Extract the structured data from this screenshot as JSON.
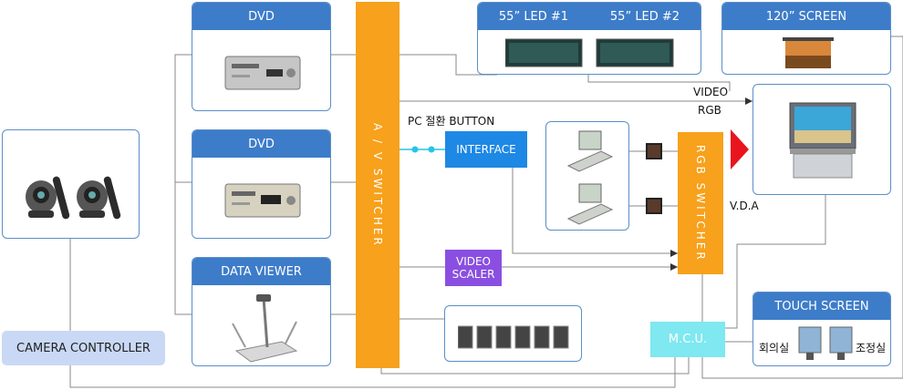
{
  "devices": {
    "dvd1": "DVD",
    "dvd2": "DVD",
    "data_viewer": "DATA VIEWER",
    "led1": "55” LED #1",
    "led2": "55” LED #2",
    "screen120": "120” SCREEN",
    "touch_screen": "TOUCH SCREEN",
    "camera_controller": "CAMERA CONTROLLER"
  },
  "blocks": {
    "av_switcher": "A / V SWITCHER",
    "interface": "INTERFACE",
    "video_scaler": "VIDEO SCALER",
    "rgb_switcher": "RGB SWITCHER",
    "mcu": "M.C.U."
  },
  "labels": {
    "pc_button": "PC 절환 BUTTON",
    "video": "VIDEO",
    "rgb": "RGB",
    "vda": "V.D.A",
    "conference_room": "회의실",
    "control_room": "조정실"
  },
  "colors": {
    "header_blue": "#3d7cc9",
    "switcher_orange": "#f7a11c",
    "interface_blue": "#1e88e5",
    "scaler_purple": "#8a4fe0",
    "mcu_cyan": "#7fe8f0",
    "camctrl_lightblue": "#c9d9f5",
    "vda_red": "#e8141e",
    "wire_gray": "#8a8a8a"
  }
}
